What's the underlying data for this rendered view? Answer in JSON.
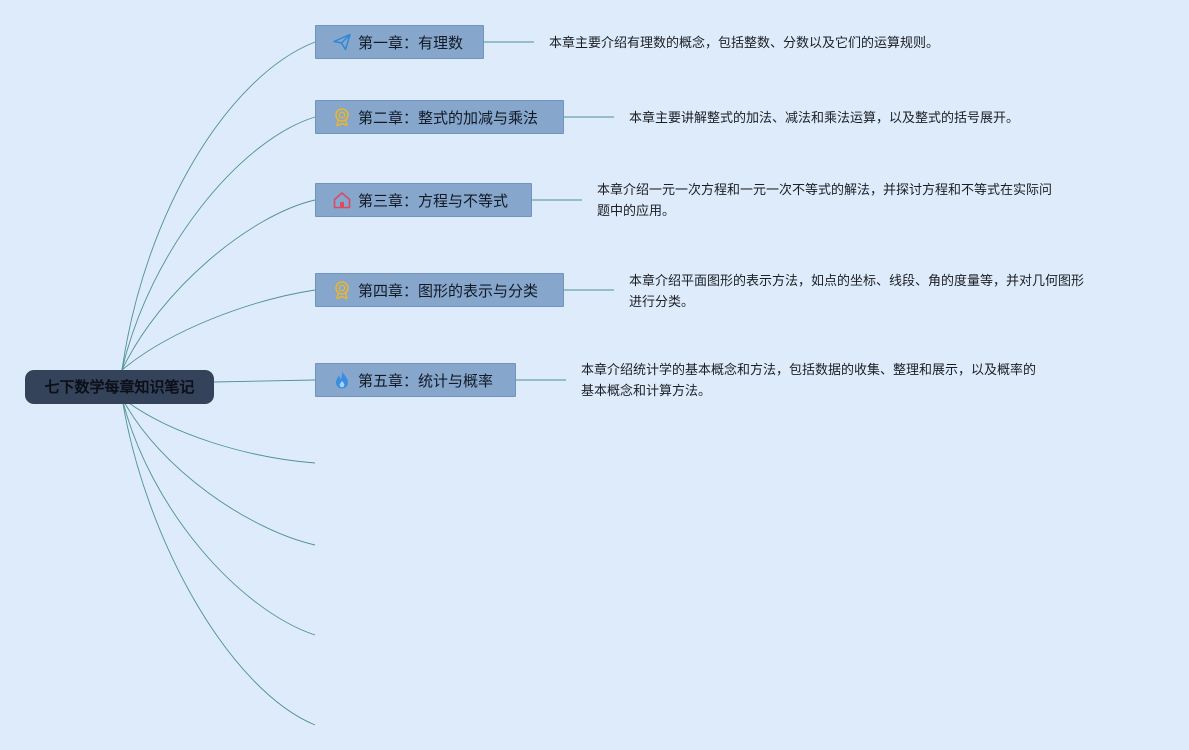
{
  "root": {
    "title": "七下数学每章知识笔记"
  },
  "chapters": [
    {
      "title": "第一章：有理数",
      "icon": "paper-plane-icon",
      "icon_color": "#2f88d6",
      "description_lines": [
        "本章主要介绍有理数的概念，包括整数、分数以及它们的运算规则。"
      ]
    },
    {
      "title": "第二章：整式的加减与乘法",
      "icon": "award-medal-icon",
      "icon_color": "#e8b632",
      "description_lines": [
        "本章主要讲解整式的加法、减法和乘法运算，以及整式的括号展开。"
      ]
    },
    {
      "title": "第三章：方程与不等式",
      "icon": "home-icon",
      "icon_color": "#d94a63",
      "description_lines": [
        "本章介绍一元一次方程和一元一次不等式的解法，并探讨方程和不等式在实际问",
        "题中的应用。"
      ]
    },
    {
      "title": "第四章：图形的表示与分类",
      "icon": "award-medal-icon",
      "icon_color": "#e8b632",
      "description_lines": [
        "本章介绍平面图形的表示方法，如点的坐标、线段、角的度量等，并对几何图形",
        "进行分类。"
      ]
    },
    {
      "title": "第五章：统计与概率",
      "icon": "flame-icon",
      "icon_color": "#3a8de0",
      "description_lines": [
        "本章介绍统计学的基本概念和方法，包括数据的收集、整理和展示，以及概率的",
        "基本概念和计算方法。"
      ]
    }
  ],
  "colors": {
    "background": "#ddebfb",
    "root_fill": "#34425a",
    "branch_fill": "#86a6cc",
    "connector": "#4f9292"
  }
}
